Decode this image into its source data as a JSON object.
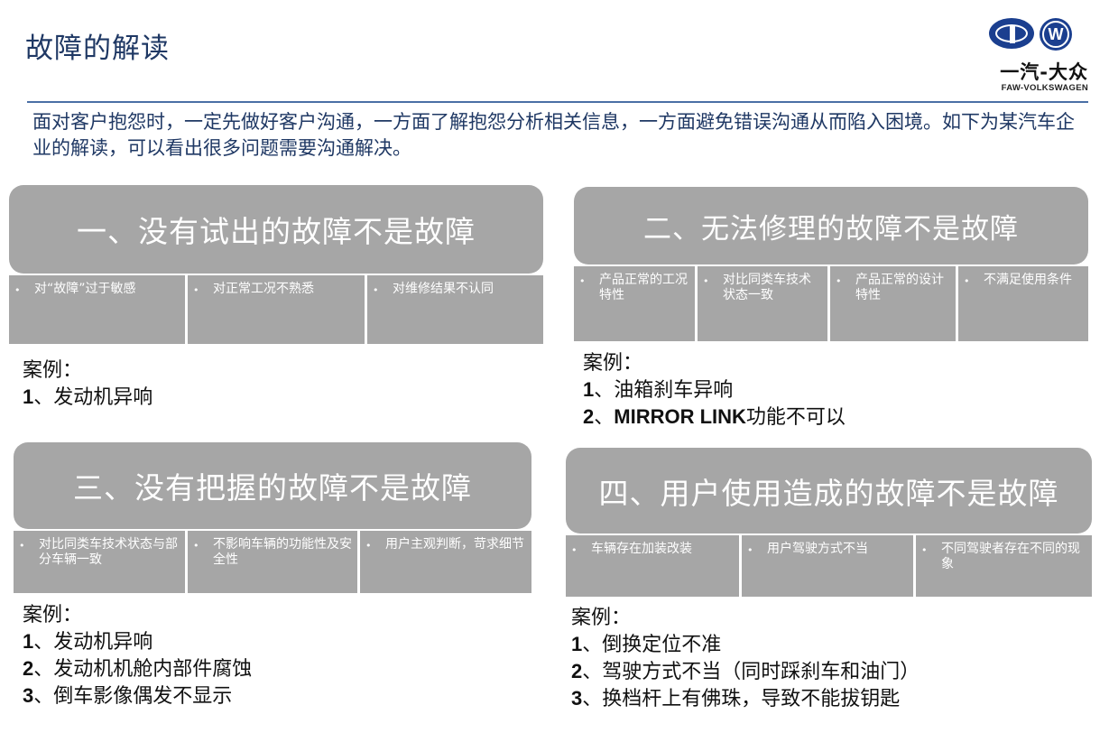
{
  "header": {
    "title": "故障的解读",
    "logo": {
      "brand_cn": "一汽-大众",
      "brand_en": "FAW-VOLKSWAGEN",
      "vw_glyph": "W"
    }
  },
  "intro": "面对客户抱怨时，一定先做好客户沟通，一方面了解抱怨分析相关信息，一方面避免错误沟通从而陷入困境。如下为某汽车企业的解读，可以看出很多问题需要沟通解决。",
  "bullet_glyph": "•",
  "colors": {
    "title": "#1f3864",
    "divider": "#4a6fa5",
    "box_gray": "#a6a6a6"
  },
  "sections": [
    {
      "heading": "一、没有试出的故障不是故障",
      "points": [
        "对“故障”过于敏感",
        "对正常工况不熟悉",
        "对维修结果不认同"
      ],
      "cases_label": "案例：",
      "cases": [
        {
          "num": "1",
          "sep": "、",
          "text": "发动机异响"
        }
      ]
    },
    {
      "heading": "二、无法修理的故障不是故障",
      "points": [
        "产品正常的工况特性",
        "对比同类车技术状态一致",
        "产品正常的设计特性",
        "不满足使用条件"
      ],
      "cases_label": "案例：",
      "cases": [
        {
          "num": "1",
          "sep": "、",
          "text": "油箱刹车异响"
        },
        {
          "num": "2",
          "sep": "、",
          "latin": "MIRROR LINK",
          "text": "功能不可以"
        }
      ]
    },
    {
      "heading": "三、没有把握的故障不是故障",
      "points": [
        "对比同类车技术状态与部分车辆一致",
        "不影响车辆的功能性及安全性",
        "用户主观判断，苛求细节"
      ],
      "cases_label": "案例：",
      "cases": [
        {
          "num": "1",
          "sep": "、",
          "text": "发动机异响"
        },
        {
          "num": "2",
          "sep": "、",
          "text": "发动机机舱内部件腐蚀"
        },
        {
          "num": "3",
          "sep": "、",
          "text": "倒车影像偶发不显示"
        }
      ]
    },
    {
      "heading": "四、用户使用造成的故障不是故障",
      "points": [
        "车辆存在加装改装",
        "用户驾驶方式不当",
        "不同驾驶者存在不同的现象"
      ],
      "cases_label": "案例：",
      "cases": [
        {
          "num": "1",
          "sep": "、",
          "text": "倒换定位不准"
        },
        {
          "num": "2",
          "sep": "、",
          "text": "驾驶方式不当（同时踩刹车和油门）"
        },
        {
          "num": "3",
          "sep": "、",
          "text": "换档杆上有佛珠，导致不能拔钥匙"
        }
      ]
    }
  ]
}
